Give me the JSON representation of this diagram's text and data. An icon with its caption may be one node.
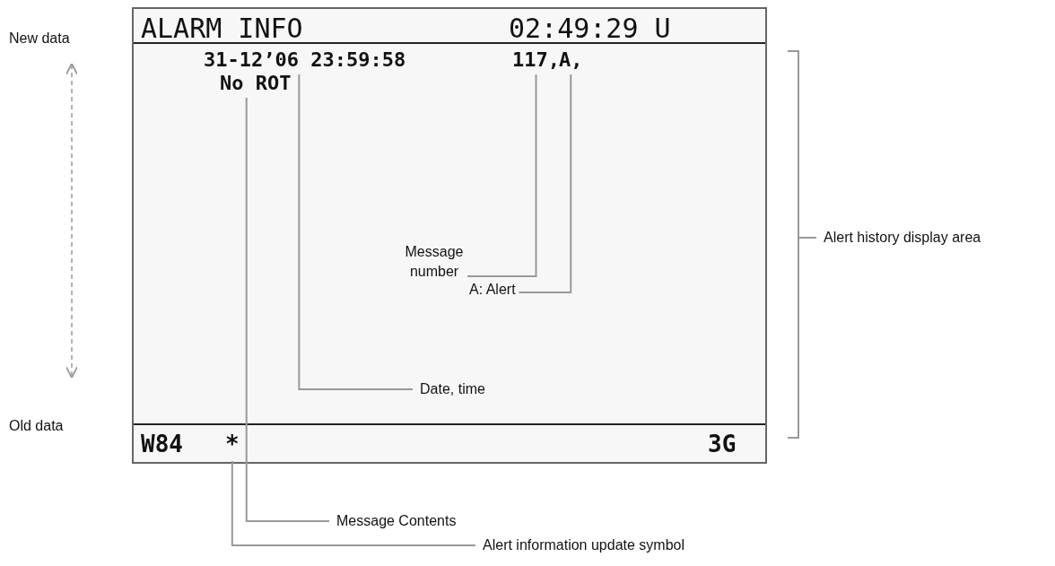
{
  "diagram": {
    "nodes": [
      {
        "text": [],
        "shape": "box"
      },
      {
        "text": [
          "ALARM INFO"
        ],
        "in": 0
      },
      {
        "text": [
          "02:49:29 U"
        ],
        "in": 0
      },
      {
        "text": [
          "31-12’06 23:59:58"
        ],
        "in": 0
      },
      {
        "text": [
          "117,"
        ],
        "in": 0
      },
      {
        "text": [
          "A,"
        ],
        "in": 0
      },
      {
        "text": [
          "No ROT"
        ],
        "in": 0
      },
      {
        "text": [
          "W84"
        ],
        "in": 0
      },
      {
        "text": [
          "*"
        ],
        "in": 0
      },
      {
        "text": [
          "3G"
        ],
        "in": 0
      },
      {
        "text": [
          "Message number"
        ],
        "in": 0
      },
      {
        "text": [
          "A: Alert"
        ],
        "in": 0
      },
      {
        "text": [
          "Date, time"
        ],
        "in": 0
      },
      {
        "text": [
          "Message Contents"
        ]
      },
      {
        "text": [
          "Alert information update symbol"
        ]
      },
      {
        "text": [
          "Alert history display area"
        ]
      }
    ],
    "edges": [
      {
        "from": 10,
        "to": 4,
        "arrow": "none"
      },
      {
        "from": 11,
        "to": 5,
        "arrow": "none"
      },
      {
        "from": 12,
        "to": 3,
        "arrow": "none"
      },
      {
        "from": 13,
        "to": 6,
        "arrow": "none"
      },
      {
        "from": 14,
        "to": 8,
        "arrow": "none"
      },
      {
        "from": 15,
        "to": null,
        "arrow": "none"
      }
    ],
    "labels": [
      "New data",
      "Old data"
    ]
  }
}
